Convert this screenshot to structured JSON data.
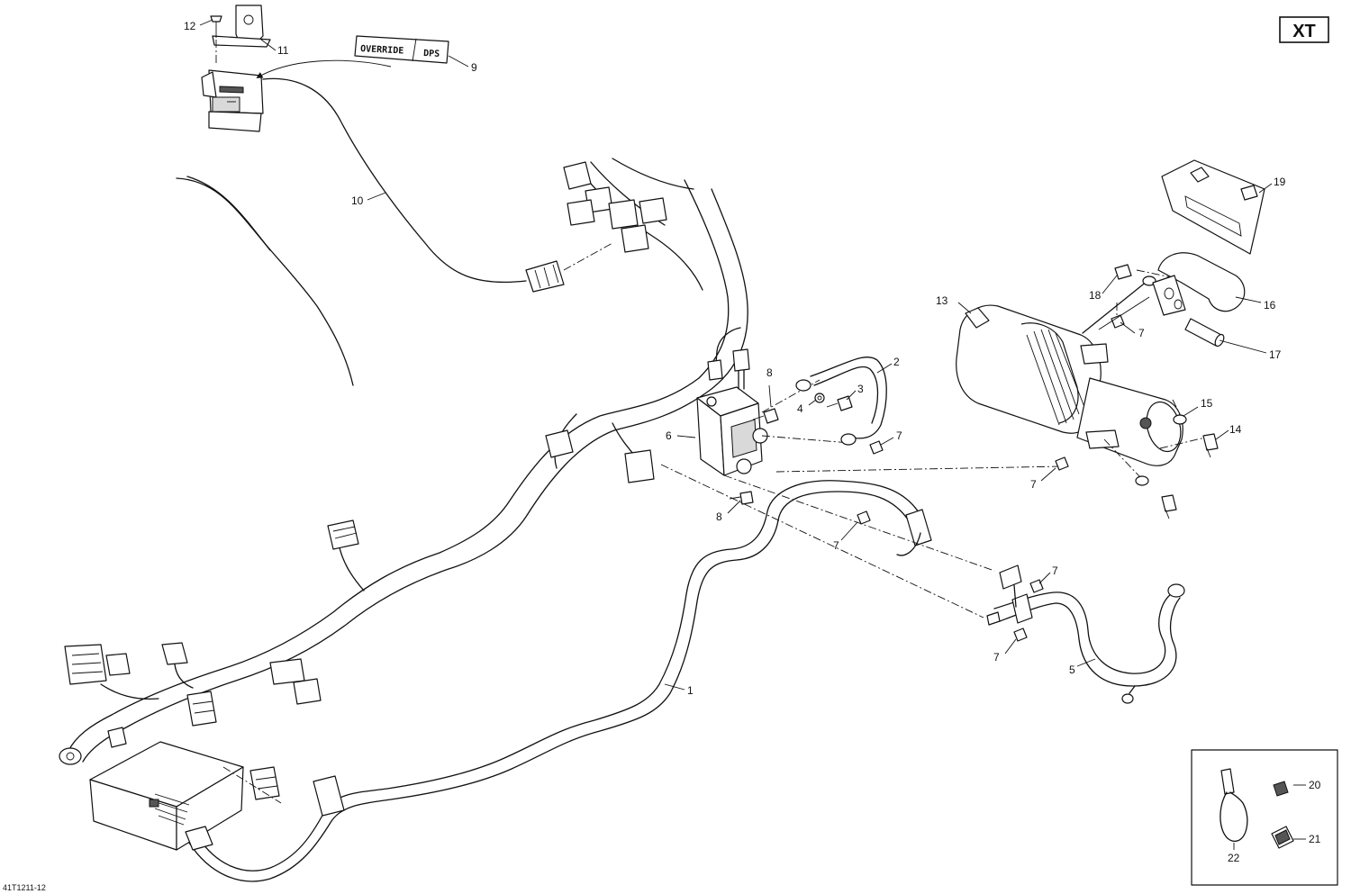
{
  "badge": "XT",
  "document_id": "41T1211-12",
  "decal": {
    "left": "OVERRIDE",
    "right": "DPS"
  },
  "callouts": {
    "c1": "1",
    "c2": "2",
    "c3": "3",
    "c4": "4",
    "c5": "5",
    "c6": "6",
    "c7": "7",
    "c8": "8",
    "c9": "9",
    "c10": "10",
    "c11": "11",
    "c12": "12",
    "c13": "13",
    "c14": "14",
    "c15": "15",
    "c16": "16",
    "c17": "17",
    "c18": "18",
    "c19": "19",
    "c20": "20",
    "c21": "21",
    "c22": "22"
  }
}
